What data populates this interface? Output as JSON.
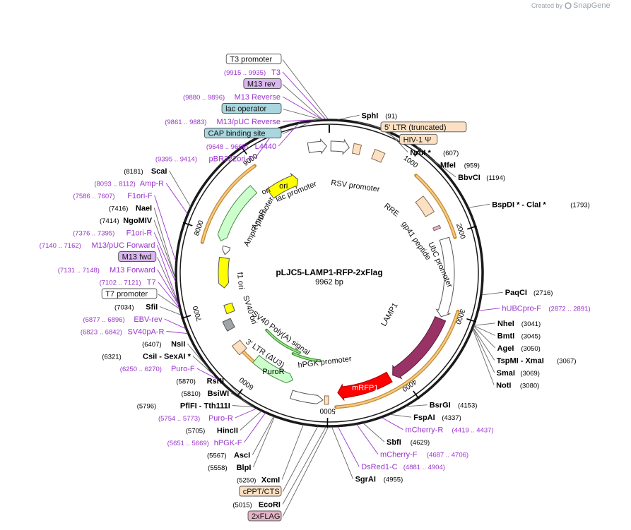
{
  "branding": {
    "prefix": "Created by",
    "name": "SnapGene"
  },
  "plasmid": {
    "name": "pLJC5-LAMP1-RFP-2xFlag",
    "size": "9962 bp",
    "length": 9962
  },
  "ticks": [
    {
      "pos": 1000,
      "label": "1000"
    },
    {
      "pos": 2000,
      "label": "2000"
    },
    {
      "pos": 3000,
      "label": "3000"
    },
    {
      "pos": 4000,
      "label": "4000"
    },
    {
      "pos": 5000,
      "label": "5000"
    },
    {
      "pos": 6000,
      "label": "6000"
    },
    {
      "pos": 7000,
      "label": "7000"
    },
    {
      "pos": 8000,
      "label": "8000"
    },
    {
      "pos": 9000,
      "label": "9000"
    }
  ],
  "sites": [
    {
      "name": "SphI",
      "pos": "(91)",
      "bp": 91,
      "side": "R"
    },
    {
      "name": "NruI *",
      "pos": "(607)",
      "bp": 607,
      "side": "R"
    },
    {
      "name": "MfeI",
      "pos": "(959)",
      "bp": 959,
      "side": "R"
    },
    {
      "name": "BbvCI",
      "pos": "(1194)",
      "bp": 1194,
      "side": "R"
    },
    {
      "name": "BspDI * - ClaI *",
      "pos": "(1793)",
      "bp": 1793,
      "side": "R"
    },
    {
      "name": "PaqCI",
      "pos": "(2716)",
      "bp": 2716,
      "side": "R"
    },
    {
      "name": "NheI",
      "pos": "(3041)",
      "bp": 3041,
      "side": "R"
    },
    {
      "name": "BmtI",
      "pos": "(3045)",
      "bp": 3045,
      "side": "R"
    },
    {
      "name": "AgeI",
      "pos": "(3050)",
      "bp": 3050,
      "side": "R"
    },
    {
      "name": "TspMI - XmaI",
      "pos": "(3067)",
      "bp": 3067,
      "side": "R"
    },
    {
      "name": "SmaI",
      "pos": "(3069)",
      "bp": 3069,
      "side": "R"
    },
    {
      "name": "NotI",
      "pos": "(3080)",
      "bp": 3080,
      "side": "R"
    },
    {
      "name": "BsrGI",
      "pos": "(4153)",
      "bp": 4153,
      "side": "R"
    },
    {
      "name": "FspAI",
      "pos": "(4337)",
      "bp": 4337,
      "side": "R"
    },
    {
      "name": "SbfI",
      "pos": "(4629)",
      "bp": 4629,
      "side": "R"
    },
    {
      "name": "SgrAI",
      "pos": "(4955)",
      "bp": 4955,
      "side": "R"
    },
    {
      "name": "EcoRI",
      "pos": "(5015)",
      "bp": 5015,
      "side": "L"
    },
    {
      "name": "XcmI",
      "pos": "(5250)",
      "bp": 5250,
      "side": "L"
    },
    {
      "name": "BlpI",
      "pos": "(5558)",
      "bp": 5558,
      "side": "L"
    },
    {
      "name": "AscI",
      "pos": "(5567)",
      "bp": 5567,
      "side": "L"
    },
    {
      "name": "HincII",
      "pos": "(5705)",
      "bp": 5705,
      "side": "L"
    },
    {
      "name": "PflFI - Tth111I",
      "pos": "(5796)",
      "bp": 5796,
      "side": "L"
    },
    {
      "name": "BsiWI",
      "pos": "(5810)",
      "bp": 5810,
      "side": "L"
    },
    {
      "name": "RsrII",
      "pos": "(5870)",
      "bp": 5870,
      "side": "L"
    },
    {
      "name": "CsiI - SexAI *",
      "pos": "(6321)",
      "bp": 6321,
      "side": "L"
    },
    {
      "name": "NsiI",
      "pos": "(6407)",
      "bp": 6407,
      "side": "L"
    },
    {
      "name": "SfiI",
      "pos": "(7034)",
      "bp": 7034,
      "side": "L"
    },
    {
      "name": "NgoMIV",
      "pos": "(7414)",
      "bp": 7414,
      "side": "L"
    },
    {
      "name": "NaeI",
      "pos": "(7416)",
      "bp": 7416,
      "side": "L"
    },
    {
      "name": "ScaI",
      "pos": "(8181)",
      "bp": 8181,
      "side": "L"
    }
  ],
  "primers": [
    {
      "name": "T3",
      "pos": "(9915 .. 9935)",
      "bp": 9925,
      "side": "L"
    },
    {
      "name": "M13 Reverse",
      "pos": "(9880 .. 9896)",
      "bp": 9888,
      "side": "L"
    },
    {
      "name": "M13/pUC Reverse",
      "pos": "(9861 .. 9883)",
      "bp": 9872,
      "side": "L"
    },
    {
      "name": "L4440",
      "pos": "(9648 .. 9665)",
      "bp": 9656,
      "side": "L"
    },
    {
      "name": "pBR322ori-F",
      "pos": "(9395 .. 9414)",
      "bp": 9404,
      "side": "L"
    },
    {
      "name": "Amp-R",
      "pos": "(8093 .. 8112)",
      "bp": 8102,
      "side": "L"
    },
    {
      "name": "F1ori-F",
      "pos": "(7586 .. 7607)",
      "bp": 7596,
      "side": "L"
    },
    {
      "name": "F1ori-R",
      "pos": "(7376 .. 7395)",
      "bp": 7385,
      "side": "L"
    },
    {
      "name": "M13/pUC Forward",
      "pos": "(7140 .. 7162)",
      "bp": 7151,
      "side": "L"
    },
    {
      "name": "M13 Forward",
      "pos": "(7131 .. 7148)",
      "bp": 7139,
      "side": "L"
    },
    {
      "name": "T7",
      "pos": "(7102 .. 7121)",
      "bp": 7111,
      "side": "L"
    },
    {
      "name": "EBV-rev",
      "pos": "(6877 .. 6896)",
      "bp": 6886,
      "side": "L"
    },
    {
      "name": "SV40pA-R",
      "pos": "(6823 .. 6842)",
      "bp": 6832,
      "side": "L"
    },
    {
      "name": "Puro-F",
      "pos": "(6250 .. 6270)",
      "bp": 6260,
      "side": "L"
    },
    {
      "name": "Puro-R",
      "pos": "(5754 .. 5773)",
      "bp": 5763,
      "side": "L"
    },
    {
      "name": "hPGK-F",
      "pos": "(5651 .. 5669)",
      "bp": 5660,
      "side": "L"
    },
    {
      "name": "hUBCpro-F",
      "pos": "(2872 .. 2891)",
      "bp": 2881,
      "side": "R"
    },
    {
      "name": "mCherry-R",
      "pos": "(4419 .. 4437)",
      "bp": 4428,
      "side": "R"
    },
    {
      "name": "mCherry-F",
      "pos": "(4687 .. 4706)",
      "bp": 4696,
      "side": "R"
    },
    {
      "name": "DsRed1-C",
      "pos": "(4881 .. 4904)",
      "bp": 4892,
      "side": "R"
    }
  ],
  "boxed_labels": [
    {
      "name": "T3 promoter",
      "fill": "#ffffff",
      "bp": 9950
    },
    {
      "name": "M13 rev",
      "fill": "#d9b8ef",
      "bp": 9890
    },
    {
      "name": "lac operator",
      "fill": "#a9d6df",
      "bp": 9878
    },
    {
      "name": "CAP binding site",
      "fill": "#a9d6df",
      "bp": 9830
    },
    {
      "name": "5' LTR (truncated)",
      "fill": "#fbe0c4",
      "bp": 300
    },
    {
      "name": "HIV-1 Ψ",
      "fill": "#fbe0c4",
      "bp": 500
    },
    {
      "name": "M13 fwd",
      "fill": "#d9b8ef",
      "bp": 7140
    },
    {
      "name": "T7 promoter",
      "fill": "#ffffff",
      "bp": 7100
    },
    {
      "name": "cPPT/CTS",
      "fill": "#fbe0c4",
      "bp": 5100
    },
    {
      "name": "2xFLAG",
      "fill": "#e3b3c6",
      "bp": 4990
    }
  ],
  "features": [
    {
      "name": "ori",
      "color": "#ffff00"
    },
    {
      "name": "lac promoter",
      "color": "#ffffff"
    },
    {
      "name": "RSV promoter",
      "color": "#ffffff"
    },
    {
      "name": "RRE",
      "color": "#fbe0c4"
    },
    {
      "name": "gp41 peptide",
      "color": "#e3b3c6"
    },
    {
      "name": "UbC promoter",
      "color": "#ffffff"
    },
    {
      "name": "LAMP1",
      "color": "#993366"
    },
    {
      "name": "mRFP1",
      "color": "#ff0000"
    },
    {
      "name": "hPGK promoter",
      "color": "#ffffff"
    },
    {
      "name": "PuroR",
      "color": "#ccffcc"
    },
    {
      "name": "3' LTR (ΔU3)",
      "color": "#fbe0c4"
    },
    {
      "name": "SV40 Poly(A) signal",
      "color": "#ffffff"
    },
    {
      "name": "SV40 ori",
      "color": "#ffff00"
    },
    {
      "name": "f1 ori",
      "color": "#ffff00"
    },
    {
      "name": "AmpR promoter",
      "color": "#ffffff"
    },
    {
      "name": "AmpR",
      "color": "#ccffcc"
    }
  ]
}
